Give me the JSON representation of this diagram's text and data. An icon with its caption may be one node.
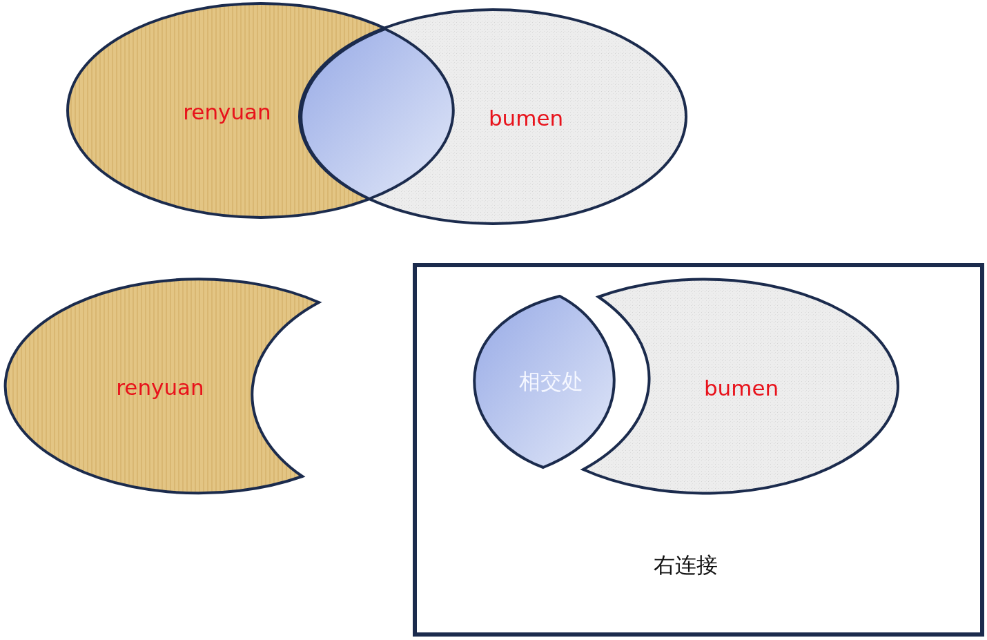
{
  "diagram": {
    "nodes": [
      {
        "text": [
          "renyuan"
        ]
      },
      {
        "text": [
          "bumen"
        ]
      },
      {
        "text": [],
        "shape": "lens"
      },
      {
        "text": [
          "renyuan"
        ]
      },
      {
        "text": [
          "右连接"
        ]
      },
      {
        "text": [
          "相交处"
        ],
        "in": 4
      },
      {
        "text": [
          "bumen"
        ],
        "in": 4
      }
    ]
  }
}
